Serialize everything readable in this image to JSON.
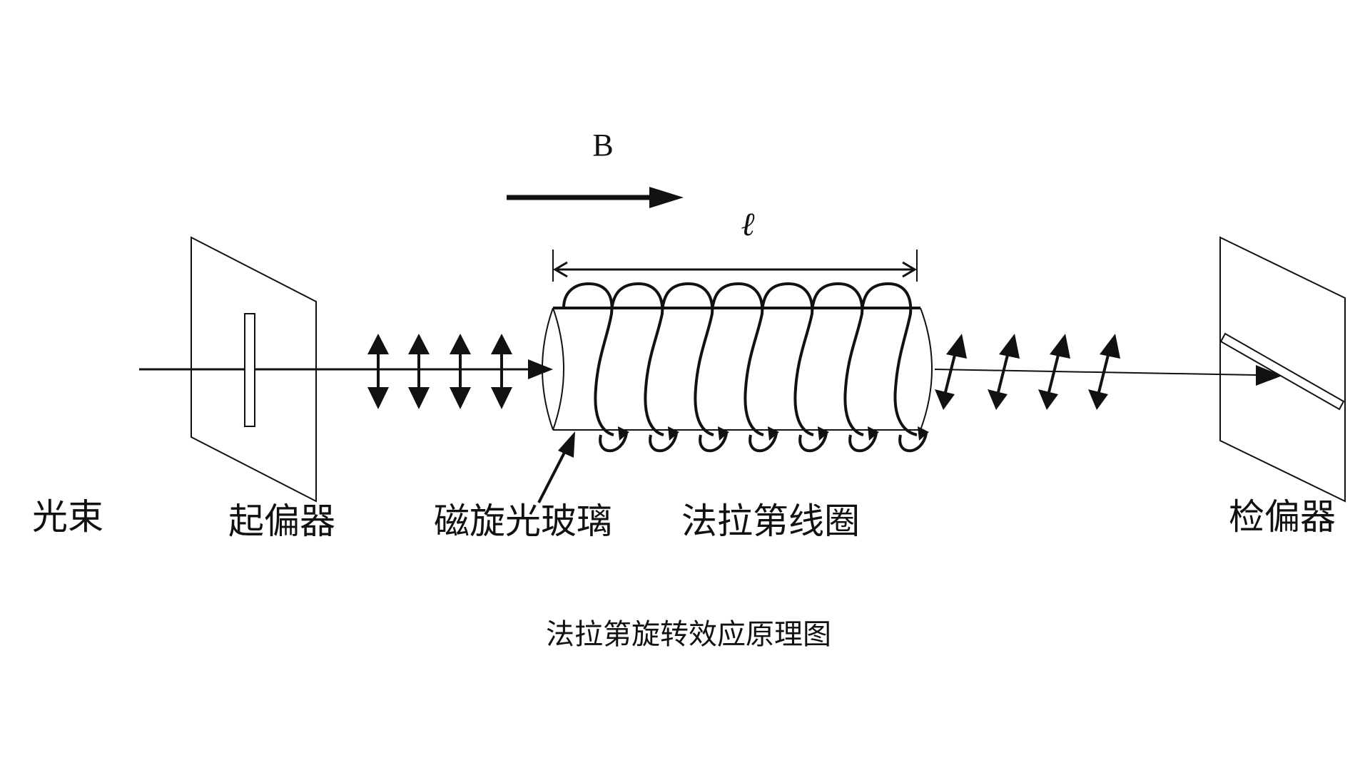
{
  "diagram": {
    "caption": "法拉第旋转效应原理图",
    "field_symbol": "B",
    "length_symbol": "ℓ",
    "labels": {
      "light_beam": "光束",
      "polarizer": "起偏器",
      "magneto_optic_glass": "磁旋光玻璃",
      "faraday_coil": "法拉第线圈",
      "analyzer": "检偏器"
    }
  }
}
